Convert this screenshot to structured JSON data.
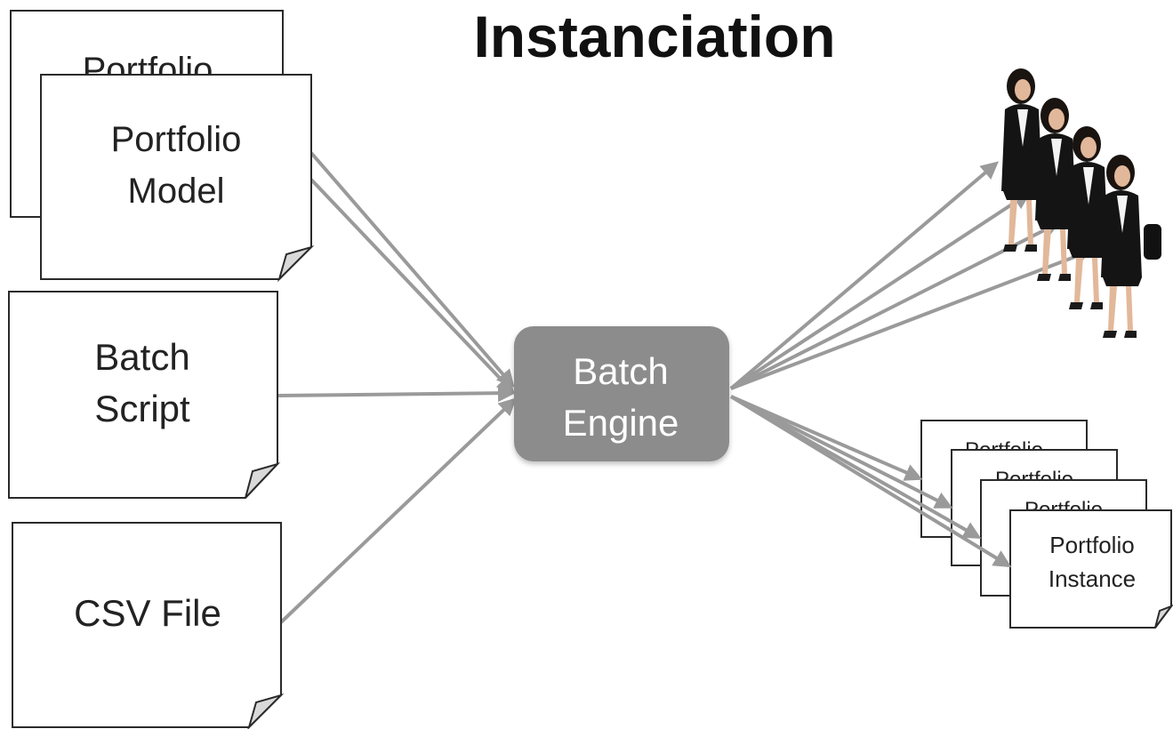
{
  "title": "Instanciation",
  "inputs": {
    "portfolio_model_back": "Portfolio",
    "portfolio_model_line1": "Portfolio",
    "portfolio_model_line2": "Model",
    "batch_script_line1": "Batch",
    "batch_script_line2": "Script",
    "csv_file": "CSV File"
  },
  "engine": {
    "line1": "Batch",
    "line2": "Engine"
  },
  "outputs": {
    "instance_back_label": "Portfolio",
    "instance_line1": "Portfolio",
    "instance_line2": "Instance"
  },
  "icons": [
    "businesswoman-icon"
  ],
  "colors": {
    "arrow": "#9a9a9a",
    "engine_fill": "#8c8c8c",
    "engine_text": "#ffffff",
    "doc_stroke": "#2a2a2a",
    "fold_fill": "#d9d9d9"
  }
}
